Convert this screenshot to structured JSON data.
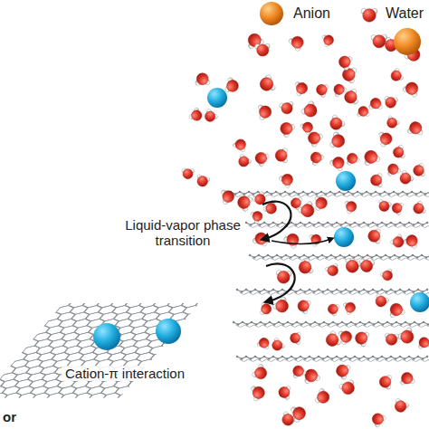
{
  "diagram": {
    "labels": [
      "Liquid-vapor phase transition",
      "Cation-π interaction",
      "or"
    ],
    "legend": [
      {
        "text": "Anion",
        "color": "#f08a24"
      },
      {
        "text": "Water"
      }
    ]
  }
}
